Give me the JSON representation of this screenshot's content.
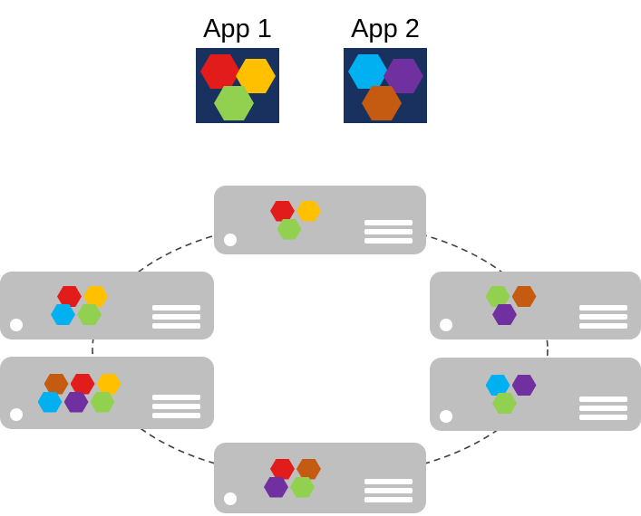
{
  "colors": {
    "red": "#e21b1b",
    "yellow": "#ffc000",
    "green": "#92d050",
    "cyan": "#00b0f0",
    "purple": "#7030a0",
    "orange": "#c55a11",
    "app_box": "#18315f",
    "server": "#bfbfbf",
    "connector": "#404040"
  },
  "apps": [
    {
      "label": "App 1",
      "hexagons": [
        "red",
        "yellow",
        "green"
      ]
    },
    {
      "label": "App 2",
      "hexagons": [
        "cyan",
        "purple",
        "orange"
      ]
    }
  ],
  "servers": [
    {
      "position": "top",
      "hexagons": [
        "red",
        "yellow",
        "green"
      ]
    },
    {
      "position": "left-top",
      "hexagons": [
        "red",
        "yellow",
        "cyan",
        "green"
      ]
    },
    {
      "position": "left-bottom",
      "hexagons": [
        "orange",
        "red",
        "yellow",
        "cyan",
        "purple",
        "green"
      ]
    },
    {
      "position": "bottom",
      "hexagons": [
        "red",
        "orange",
        "purple",
        "green"
      ]
    },
    {
      "position": "right-top",
      "hexagons": [
        "green",
        "orange",
        "purple"
      ]
    },
    {
      "position": "right-bottom",
      "hexagons": [
        "cyan",
        "purple",
        "green"
      ]
    }
  ]
}
